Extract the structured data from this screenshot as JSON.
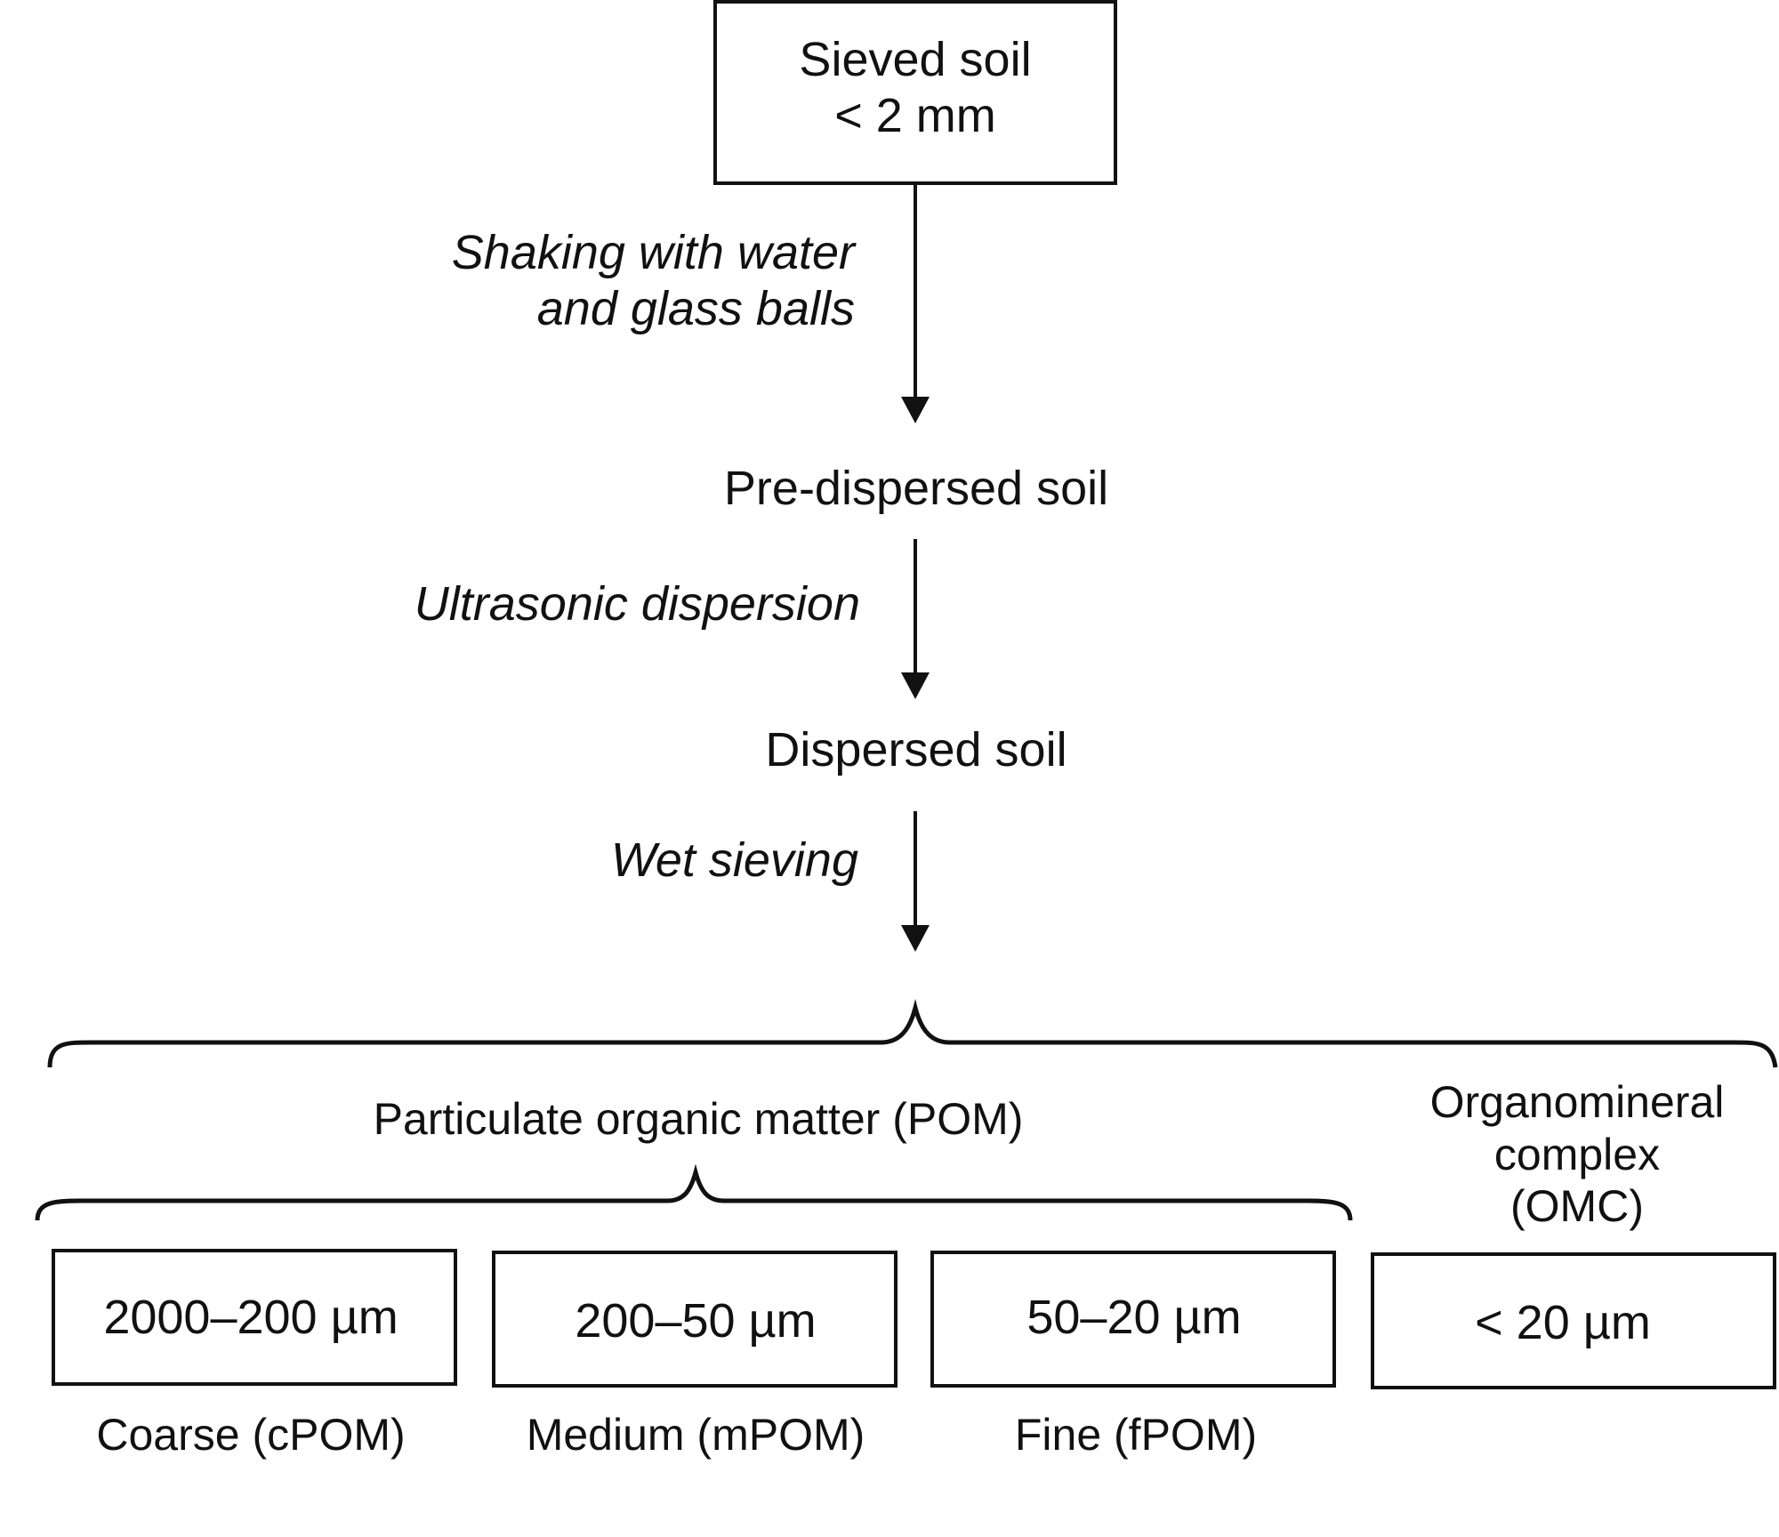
{
  "start": {
    "line1": "Sieved soil",
    "line2": "< 2 mm"
  },
  "steps": [
    {
      "method_line1": "Shaking with water",
      "method_line2": "and glass balls"
    },
    {
      "method": "Ultrasonic dispersion"
    },
    {
      "method": "Wet sieving"
    }
  ],
  "intermediates": [
    "Pre-dispersed soil",
    "Dispersed soil"
  ],
  "groups": {
    "pom": "Particulate organic matter (POM)",
    "omc_line1": "Organomineral",
    "omc_line2": "complex",
    "omc_line3": "(OMC)"
  },
  "fractions": [
    {
      "range": "2000–200 µm",
      "name": "Coarse (cPOM)"
    },
    {
      "range": "200–50 µm",
      "name": "Medium (mPOM)"
    },
    {
      "range": "50–20 µm",
      "name": "Fine (fPOM)"
    },
    {
      "range": "< 20 µm",
      "name": ""
    }
  ],
  "colors": {
    "stroke": "#111111",
    "background": "#ffffff"
  }
}
